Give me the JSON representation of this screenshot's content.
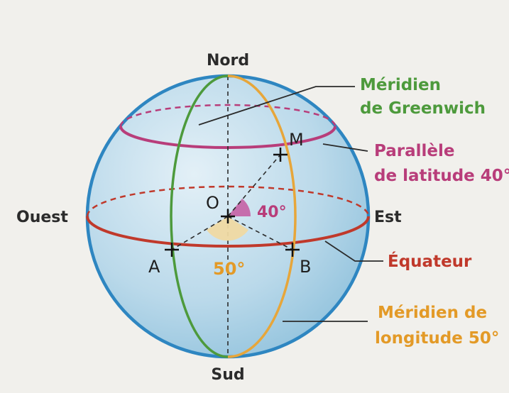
{
  "cardinals": {
    "north": "Nord",
    "south": "Sud",
    "west": "Ouest",
    "east": "Est"
  },
  "points": {
    "center": "O",
    "m": "M",
    "a": "A",
    "b": "B"
  },
  "angles": {
    "latitude": "40°",
    "longitude": "50°"
  },
  "legend": {
    "greenwich_line1": "Méridien",
    "greenwich_line2": "de Greenwich",
    "parallel_line1": "Parallèle",
    "parallel_line2": "de latitude 40°",
    "equator": "Équateur",
    "meridian50_line1": "Méridien de",
    "meridian50_line2": "longitude 50°"
  },
  "colors": {
    "sphere_outline": "#2e86c1",
    "greenwich": "#4d9a3c",
    "parallel": "#b83d7a",
    "equator": "#c0392b",
    "meridian50": "#e7a63a",
    "angle_lat": "#c458a0",
    "angle_lon": "#efd9a2"
  }
}
